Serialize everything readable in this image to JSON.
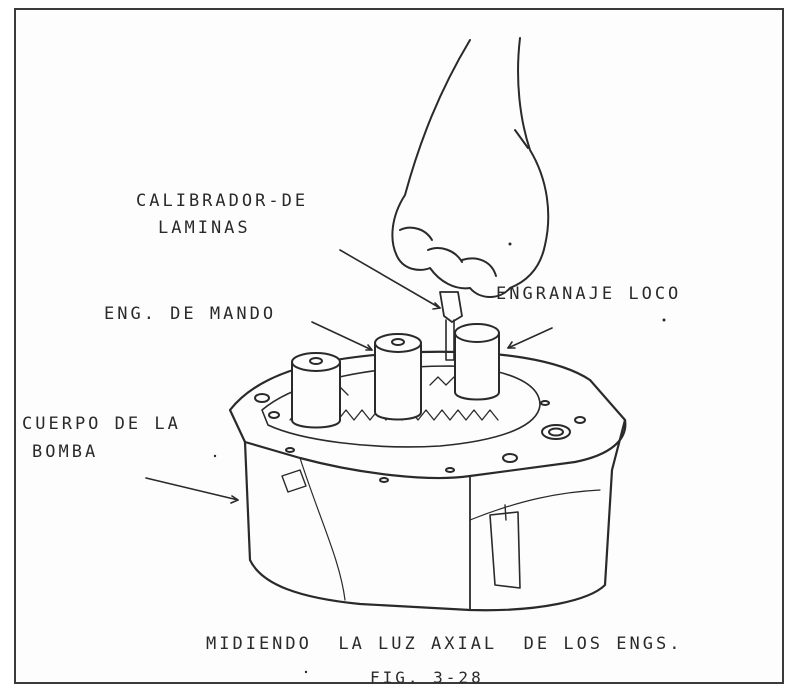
{
  "labels": {
    "feeler_gauge_line1": "CALIBRADOR-DE",
    "feeler_gauge_line2": "LAMINAS",
    "drive_gear": "ENG. DE MANDO",
    "idler_gear": "ENGRANAJE LOCO",
    "pump_body_line1": "CUERPO DE LA",
    "pump_body_line2": "BOMBA"
  },
  "caption": "MIDIENDO  LA LUZ AXIAL  DE LOS ENGS.",
  "figure_number": "FIG. 3-28",
  "colors": {
    "ink": "#2a2a2a",
    "paper": "#fdfdfd",
    "shade": "#bdbdbd"
  }
}
